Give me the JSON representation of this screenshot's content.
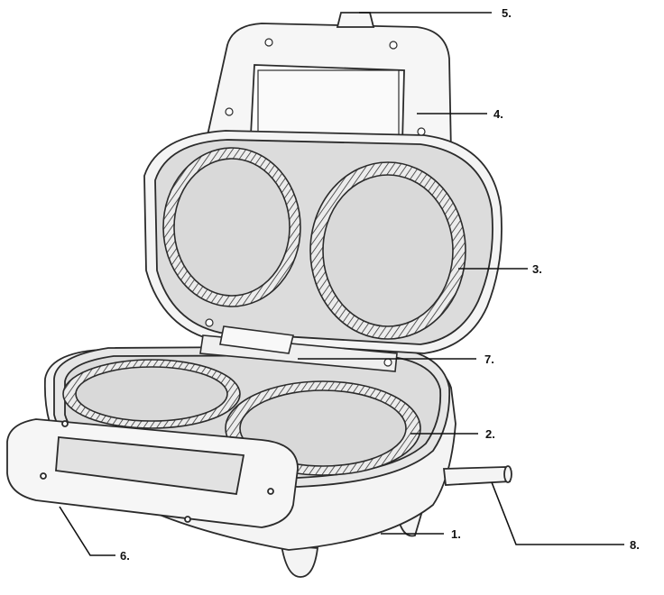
{
  "labels": {
    "body": "1.",
    "lower_plate": "2.",
    "upper_plate": "3.",
    "top_handle": "4.",
    "latch": "5.",
    "bottom_handle": "6.",
    "hinge": "7.",
    "power_cord": "8."
  },
  "colors": {
    "line": "#2b2b2b",
    "plate": "#d9d9d9",
    "body": "#f4f4f4"
  }
}
